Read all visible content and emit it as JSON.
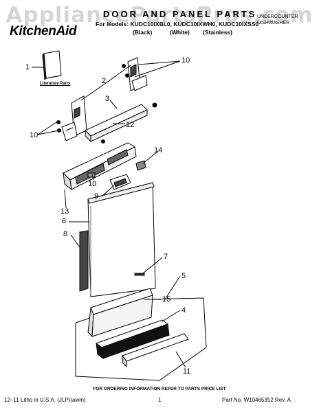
{
  "watermark": "AppliancePartsPros.com",
  "brand": "KitchenAid",
  "title": "DOOR AND PANEL PARTS",
  "models_line": "For Models: KUDC10IXBL0, KUDC10IXWH0, KUDC10IXSS0",
  "variants": [
    "(Black)",
    "(White)",
    "(Stainless)"
  ],
  "doc_type": [
    "UNDERCOUNTER",
    "DISHWASHER"
  ],
  "literature_label": "Literature Parts",
  "callouts": [
    "1",
    "2",
    "3",
    "10",
    "10",
    "12",
    "14",
    "10",
    "9",
    "13",
    "6",
    "8",
    "7",
    "5",
    "15",
    "4",
    "11"
  ],
  "footer_note": "FOR ORDERING INFORMATION REFER TO PARTS PRICE LIST",
  "footer_left": "12–11 Litho in U.S.A. (JLP)(awm)",
  "footer_page": "1",
  "footer_right": "Part No. W10465352 Rev. A"
}
